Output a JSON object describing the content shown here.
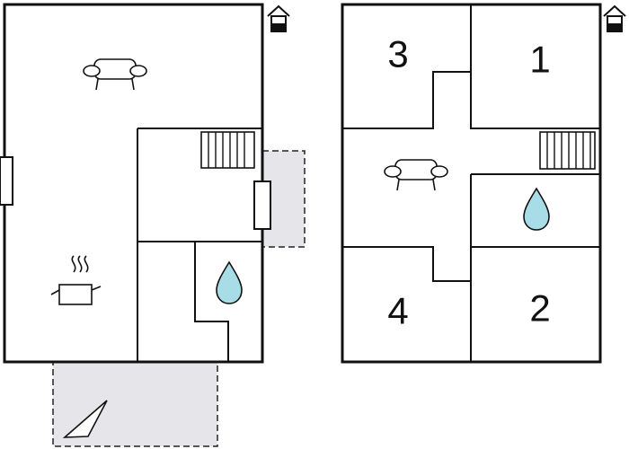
{
  "colors": {
    "wall": "#111111",
    "terrace_fill": "#e6e6ea",
    "water": "#a8dde8",
    "background": "#ffffff"
  },
  "ground_floor": {
    "north_icon": "house-north-icon",
    "icons": [
      "sofa-icon",
      "staircase-icon",
      "cooking-pot-icon",
      "water-drop-icon",
      "window-icon",
      "door-icon"
    ]
  },
  "upper_floor": {
    "north_icon": "house-north-icon",
    "room_labels": {
      "bedroom_1": "1",
      "bedroom_2": "2",
      "bedroom_3": "3",
      "bedroom_4": "4"
    },
    "icons": [
      "sofa-icon",
      "staircase-icon",
      "water-drop-icon"
    ]
  },
  "terraces": [
    "side-terrace",
    "front-terrace"
  ]
}
